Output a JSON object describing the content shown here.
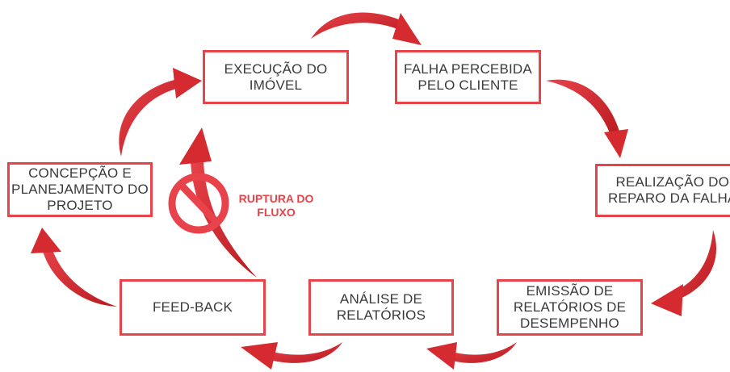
{
  "colors": {
    "accent": "#e8424a",
    "arrow_dark": "#c21d22",
    "text": "#3a3a3a"
  },
  "icons": {
    "forbidden": "no-entry-icon"
  },
  "boxes": {
    "execucao": "EXECUÇÃO DO\nIMÓVEL",
    "falha": "FALHA PERCEBIDA\nPELO CLIENTE",
    "realizacao": "REALIZAÇÃO DO\nREPARO DA FALHA",
    "emissao": "EMISSÃO DE\nRELATÓRIOS DE\nDESEMPENHO",
    "analise": "ANÁLISE DE\nRELATÓRIOS",
    "feedback": "FEED-BACK",
    "concepcao": "CONCEPÇÃO E\nPLANEJAMENTO DO\nPROJETO"
  },
  "ruptura": "RUPTURA DO\nFLUXO"
}
